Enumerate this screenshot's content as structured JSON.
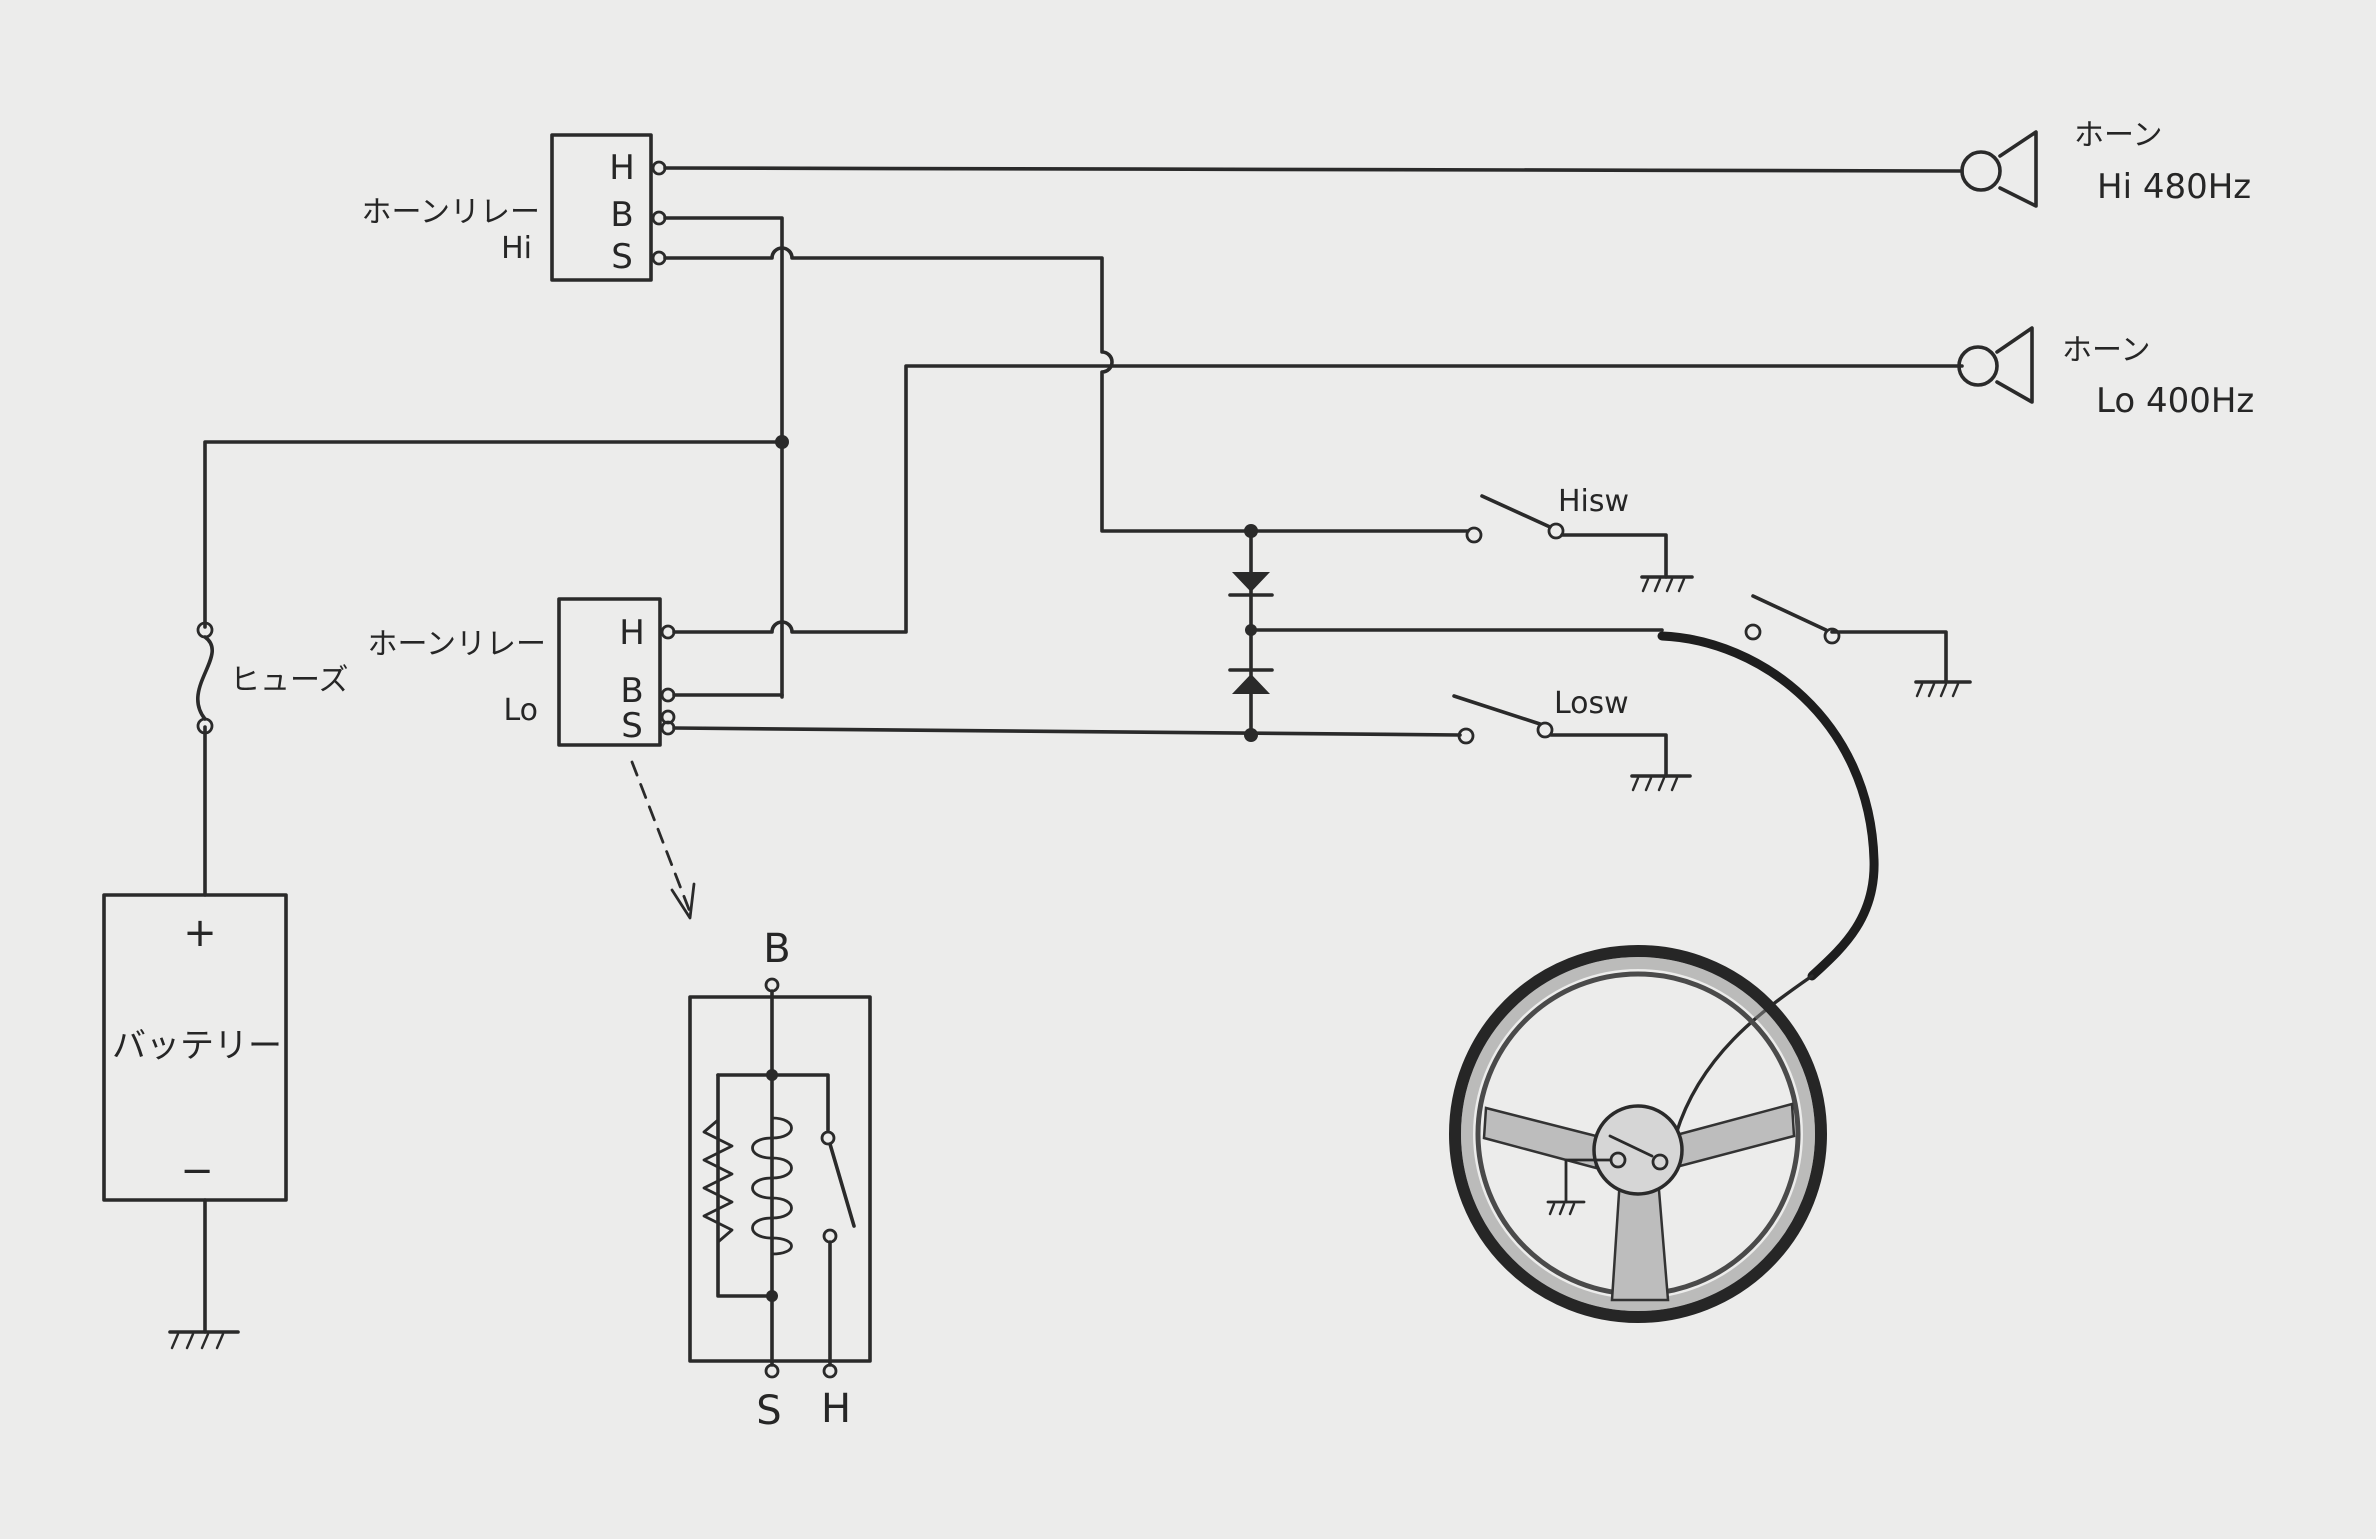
{
  "relay_hi": {
    "label_line1": "ホーンリレー",
    "label_line2": "Hi",
    "terminal_h": "H",
    "terminal_b": "B",
    "terminal_s": "S"
  },
  "relay_lo": {
    "label_line1": "ホーンリレー",
    "label_line2": "Lo",
    "terminal_h": "H",
    "terminal_b": "B",
    "terminal_s": "S"
  },
  "horn_hi": {
    "label": "ホーン",
    "spec": "Hi  480Hz"
  },
  "horn_lo": {
    "label": "ホーン",
    "spec": "Lo 400Hz"
  },
  "fuse": {
    "label": "ヒューズ"
  },
  "battery": {
    "label": "バッテリー",
    "plus": "+",
    "minus": "−"
  },
  "switch_hi": {
    "label": "Hisw"
  },
  "switch_lo": {
    "label": "Losw"
  },
  "relay_detail": {
    "terminal_b": "B",
    "terminal_s": "S",
    "terminal_h": "H"
  }
}
